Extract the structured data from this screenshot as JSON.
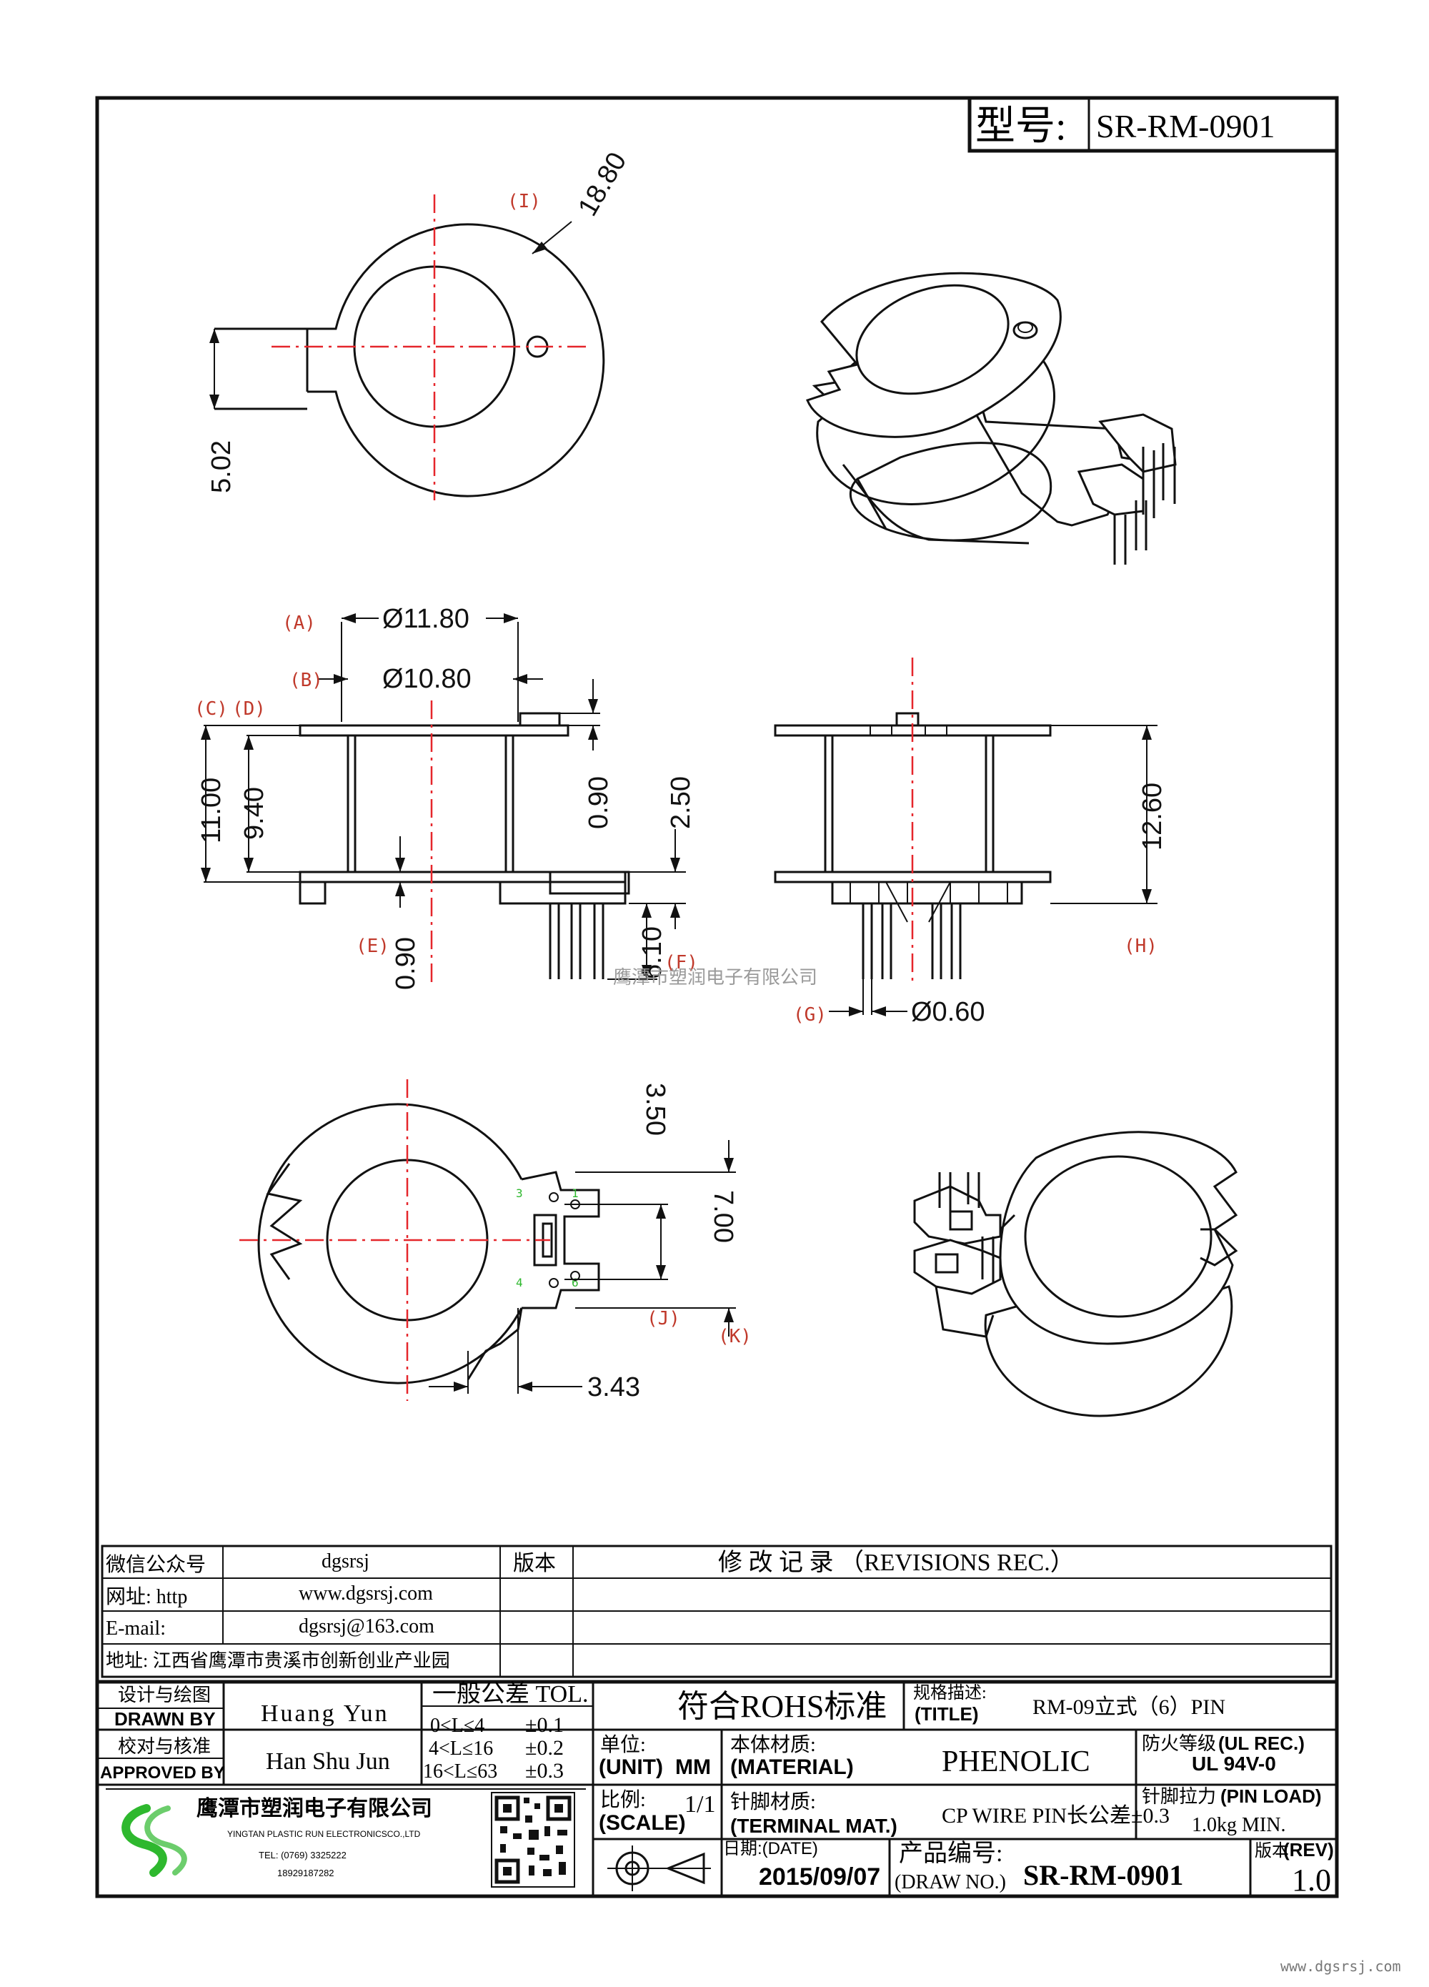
{
  "header": {
    "model_label": "型号:",
    "model_value": "SR-RM-0901"
  },
  "dimensions": {
    "top_outer_dia": "18.80",
    "top_slot": "5.02",
    "dia_outer": "Ø11.80",
    "dia_inner": "Ø10.80",
    "height_total": "11.00",
    "height_inner": "9.40",
    "flange_boss": "0.90",
    "base_height": "2.50",
    "bottom_flange": "0.90",
    "pin_length": "6.10",
    "side_height": "12.60",
    "pin_dia": "Ø0.60",
    "pin_row_top": "3.50",
    "pin_pitch": "7.00",
    "base_offset": "3.43"
  },
  "labels": {
    "I": "(I)",
    "A": "(A)",
    "B": "(B)",
    "C": "(C)",
    "D": "(D)",
    "E": "(E)",
    "F": "(F)",
    "G": "(G)",
    "H": "(H)",
    "J": "(J)",
    "K": "(K)"
  },
  "pin_numbers": [
    "3",
    "1",
    "4",
    "6"
  ],
  "watermark": "鹰潭市塑润电子有限公司",
  "contact": {
    "wechat_label": "微信公众号",
    "wechat_value": "dgsrsj",
    "web_label": "网址: http",
    "web_value": "www.dgsrsj.com",
    "email_label": "E-mail:",
    "email_value": "dgsrsj@163.com",
    "address": "地址: 江西省鹰潭市贵溪市创新创业产业园"
  },
  "revisions": {
    "version_label": "版本",
    "title": "修 改 记 录 （REVISIONS REC.）"
  },
  "title_block": {
    "drawn_by_cn": "设计与绘图",
    "drawn_by_en": "DRAWN BY",
    "drawn_by": "Huang Yun",
    "approved_cn": "校对与核准",
    "approved_en": "APPROVED BY",
    "approved_by": "Han Shu Jun",
    "tol_title": "一般公差 TOL.",
    "tol_rows": [
      {
        "range": "0<L≤4",
        "value": "±0.1"
      },
      {
        "range": "4<L≤16",
        "value": "±0.2"
      },
      {
        "range": "16<L≤63",
        "value": "±0.3"
      }
    ],
    "rohs": "符合ROHS标准",
    "spec_cn": "规格描述:",
    "spec_en": "(TITLE)",
    "spec_value": "RM-09立式（6）PIN",
    "unit_cn": "单位:",
    "unit_en": "(UNIT)",
    "unit_value": "MM",
    "material_cn": "本体材质:",
    "material_en": "(MATERIAL)",
    "material_value": "PHENOLIC",
    "fire_cn": "防火等级",
    "fire_en": "(UL REC.)",
    "fire_value": "UL 94V-0",
    "scale_cn": "比例:",
    "scale_en": "(SCALE)",
    "scale_value": "1/1",
    "terminal_cn": "针脚材质:",
    "terminal_en": "(TERMINAL MAT.)",
    "terminal_value": "CP WIRE  PIN长公差±0.3",
    "pinload_cn": "针脚拉力",
    "pinload_en": "(PIN LOAD)",
    "pinload_value": "1.0kg MIN.",
    "date_cn": "日期:(DATE)",
    "date_value": "2015/09/07",
    "drawno_cn": "产品编号:",
    "drawno_en": "(DRAW NO.)",
    "drawno_value": "SR-RM-0901",
    "rev_cn": "版本",
    "rev_en": "(REV)",
    "rev_value": "1.0",
    "company_cn": "鹰潭市塑润电子有限公司",
    "company_en": "YINGTAN PLASTIC RUN ELECTRONICSCO.,LTD",
    "tel": "TEL: (0769) 3325222",
    "mobile": "18929187282"
  },
  "footer_url": "www.dgsrsj.com",
  "colors": {
    "centerline": "#e5262b",
    "logo_green": "#2eb82e",
    "ink": "#111111"
  }
}
